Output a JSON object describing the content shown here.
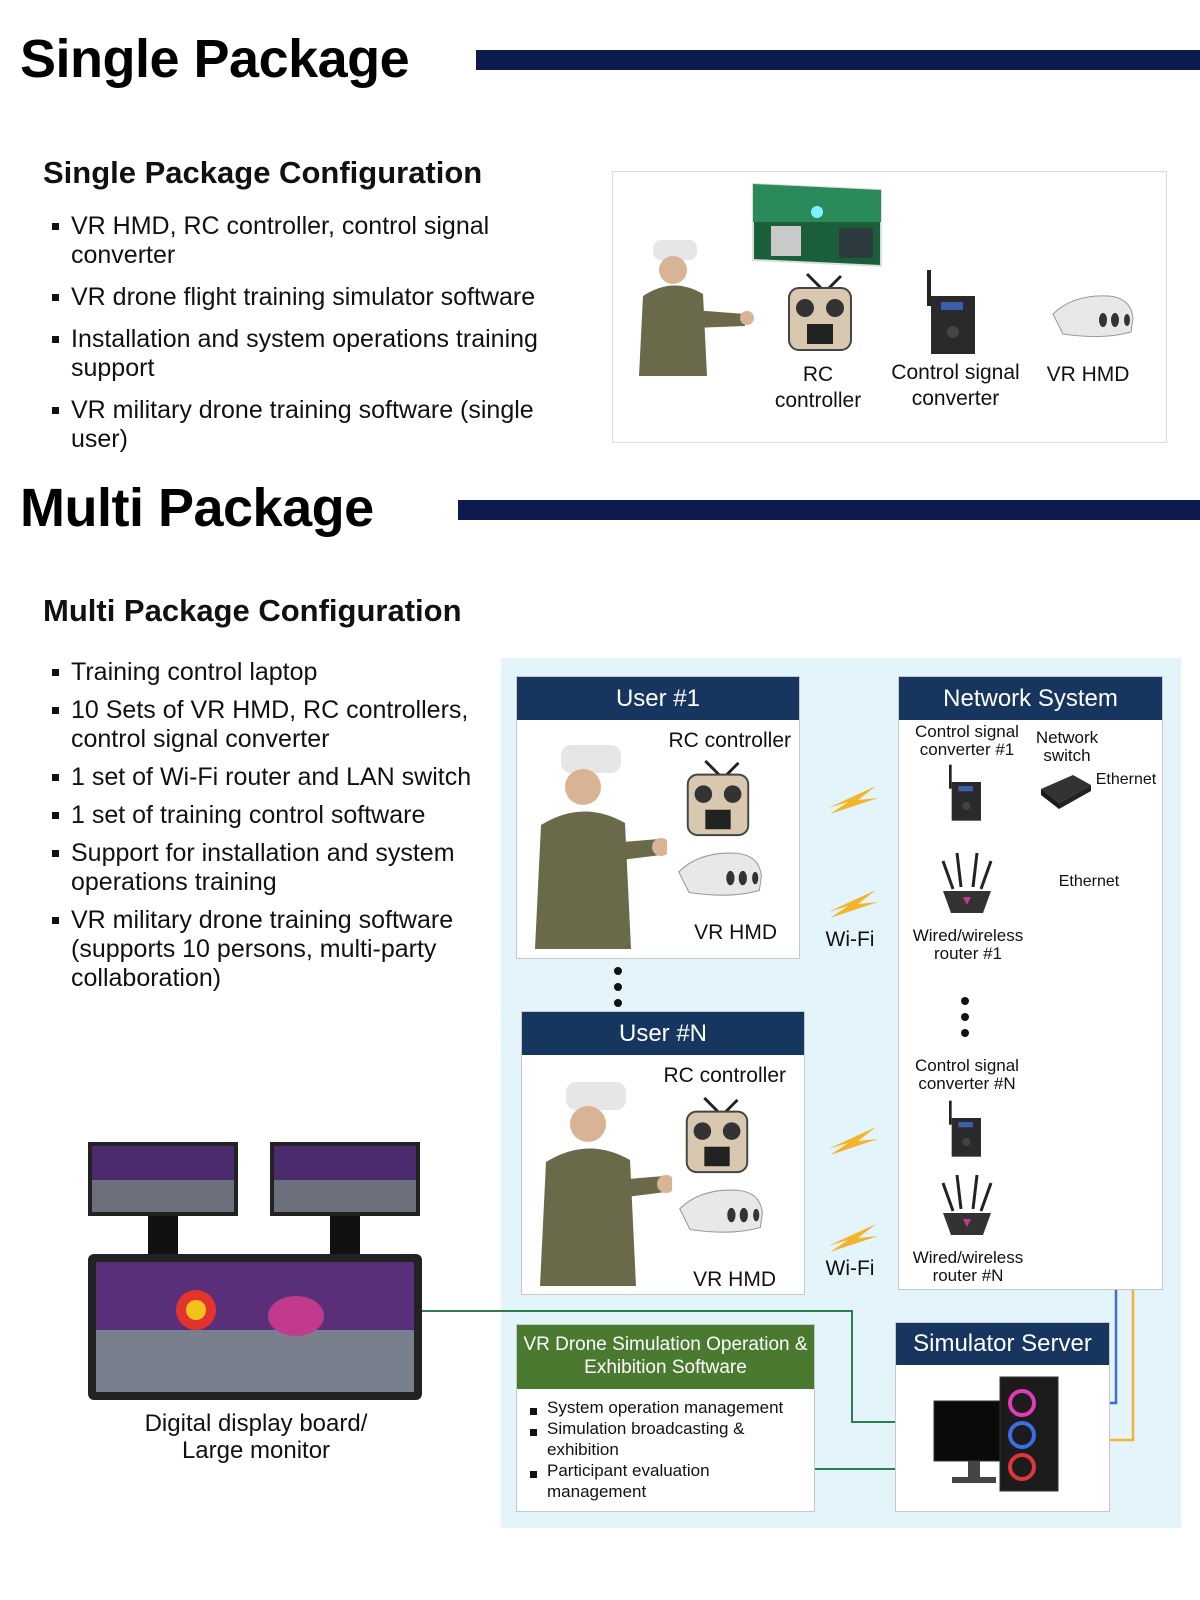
{
  "single": {
    "title": "Single Package",
    "config_title": "Single Package Configuration",
    "items": [
      "VR HMD, RC controller, control signal converter",
      "VR drone flight training simulator software",
      "Installation and system operations training support",
      "VR military drone training software (single user)"
    ],
    "figure_labels": {
      "rc": "RC controller",
      "converter": "Control signal converter",
      "hmd": "VR HMD"
    }
  },
  "multi": {
    "title": "Multi Package",
    "config_title": "Multi Package Configuration",
    "items": [
      "Training control laptop",
      "10 Sets of VR HMD, RC controllers, control signal converter",
      "1 set of Wi-Fi router and LAN switch",
      "1 set of training control software",
      "Support for installation and system operations training",
      "VR military drone training software (supports 10 persons, multi-party collaboration)"
    ],
    "display_label": "Digital display board/ Large monitor",
    "user1": {
      "header": "User #1",
      "rc": "RC controller",
      "hmd": "VR HMD"
    },
    "userN": {
      "header": "User #N",
      "rc": "RC controller",
      "hmd": "VR HMD"
    },
    "wifi": "Wi-Fi",
    "network": {
      "header": "Network System",
      "converter1": "Control signal converter #1",
      "switch": "Network switch",
      "ethernet": "Ethernet",
      "router1": "Wired/wireless router #1",
      "converterN": "Control signal converter #N",
      "routerN": "Wired/wireless router #N"
    },
    "software": {
      "header": "VR Drone Simulation Operation & Exhibition Software",
      "items": [
        "System operation management",
        "Simulation broadcasting & exhibition",
        "Participant evaluation management"
      ]
    },
    "server": {
      "header": "Simulator Server"
    }
  },
  "colors": {
    "title_bar": "#0d1a4d",
    "panel_header": "#16365f",
    "software_header": "#4a7a30",
    "diagram_bg": "#e3f4fb",
    "ethernet_yellow": "#f2b52a",
    "ethernet_blue": "#3b6fd1",
    "display_link_green": "#2e7d4f",
    "wifi_bolt": "#f2b52a"
  }
}
